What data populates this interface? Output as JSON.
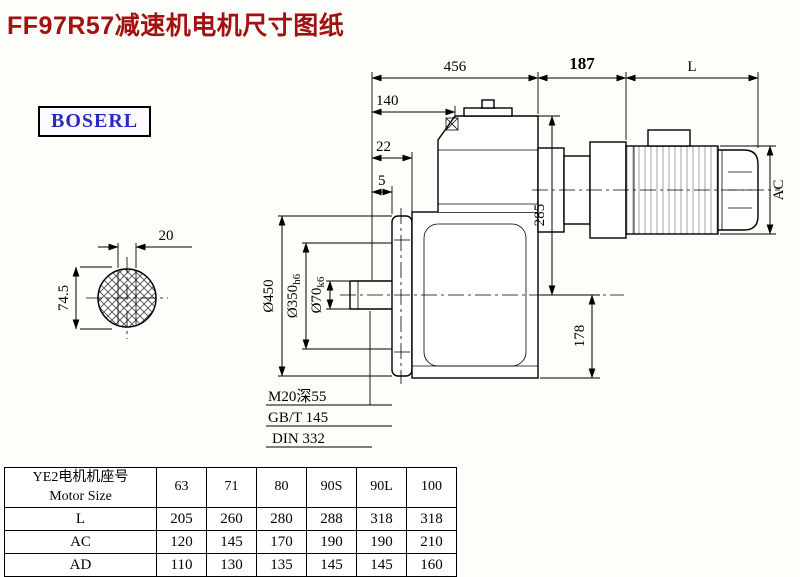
{
  "title": "FF97R57减速机电机尺寸图纸",
  "logo_text": "BOSERL",
  "drawing": {
    "dim_456": "456",
    "dim_187": "187",
    "dim_L": "L",
    "dim_140": "140",
    "dim_22": "22",
    "dim_5": "5",
    "dim_285": "285",
    "dim_178": "178",
    "dim_AC": "AC",
    "dia_flange": "Ø450",
    "dia_spigot_main": "Ø350",
    "dia_spigot_sub": "h6",
    "dia_shaft_main": "Ø70",
    "dia_shaft_sub": "k6",
    "dim_key_width": "20",
    "dim_key_height": "74.5",
    "note_tap": "M20深55",
    "note_gb": "GB/T 145",
    "note_din": "DIN 332"
  },
  "table": {
    "header_cn": "YE2电机机座号",
    "header_en": "Motor Size",
    "sizes": [
      "63",
      "71",
      "80",
      "90S",
      "90L",
      "100"
    ],
    "rows": [
      {
        "label": "L",
        "values": [
          "205",
          "260",
          "280",
          "288",
          "318",
          "318"
        ]
      },
      {
        "label": "AC",
        "values": [
          "120",
          "145",
          "170",
          "190",
          "190",
          "210"
        ]
      },
      {
        "label": "AD",
        "values": [
          "110",
          "130",
          "135",
          "145",
          "145",
          "160"
        ]
      }
    ]
  }
}
